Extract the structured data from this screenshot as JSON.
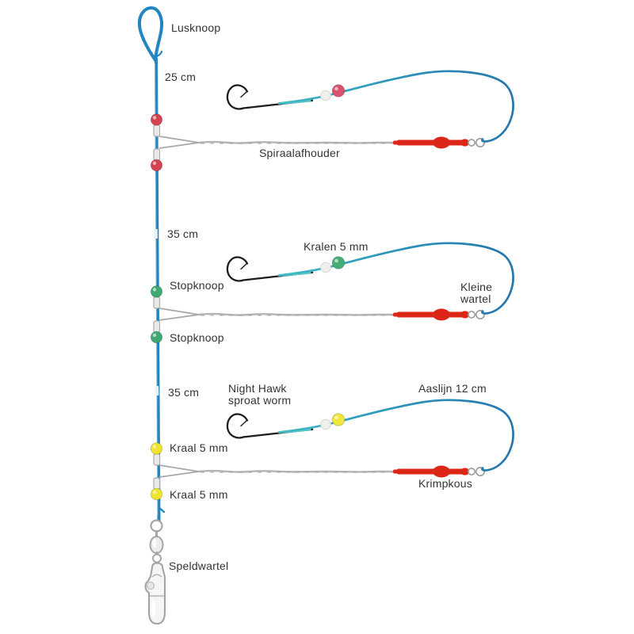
{
  "diagram": {
    "type": "fishing-rig-diagram",
    "background": "#ffffff",
    "palette": {
      "main_line": "#2385bf",
      "snood_teal": "#45c0c4",
      "snood_blue": "#2376ad",
      "arm_gray": "#b4b4b4",
      "arm_gray_dark": "#979797",
      "krimpkous_red": "#dc2718",
      "metal_gray": "#9b9b9b",
      "hook_black": "#1d1d1d",
      "white_bead": "#f1efec",
      "text": "#333333"
    },
    "labels": {
      "lusknoop": "Lusknoop",
      "length_25": "25 cm",
      "spiraalafhouder": "Spiraalafhouder",
      "length_35_mid": "35 cm",
      "kralen_5mm": "Kralen 5 mm",
      "stopknoop_upper": "Stopknoop",
      "stopknoop_lower": "Stopknoop",
      "kleine": "Kleine",
      "wartel": "wartel",
      "length_35_bottom": "35 cm",
      "night_hawk": "Night Hawk",
      "sproat_worm": "sproat worm",
      "aaslijn_12cm": "Aaslijn 12 cm",
      "kraal_5mm_upper": "Kraal 5 mm",
      "krimpkous": "Krimpkous",
      "kraal_5mm_lower": "Kraal 5 mm",
      "speldwartel": "Speldwartel"
    },
    "rigs": [
      {
        "id": "top-dropper",
        "main_bead_hex": "#d54350",
        "snood_bead_hex": "#d9536e"
      },
      {
        "id": "middle-dropper",
        "main_bead_hex": "#3fa873",
        "snood_bead_hex": "#46ad79"
      },
      {
        "id": "bottom-dropper",
        "main_bead_hex": "#efe52f",
        "snood_bead_hex": "#f0e63a"
      }
    ]
  }
}
